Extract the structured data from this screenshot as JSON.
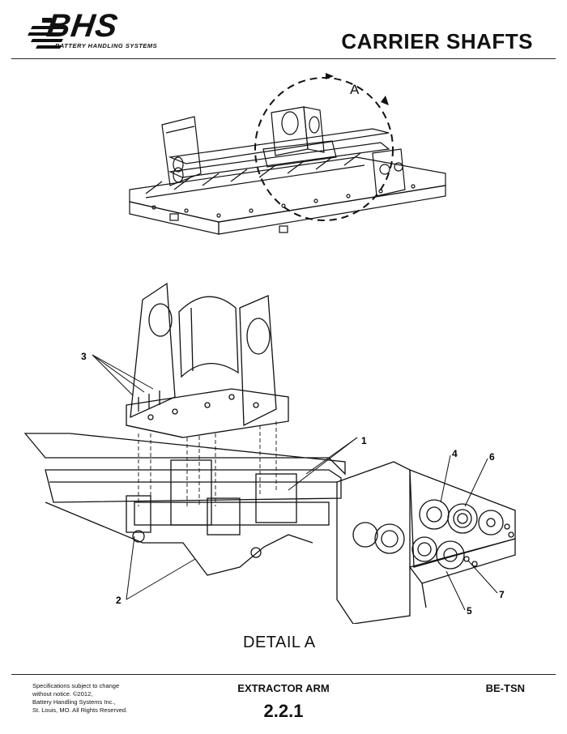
{
  "header": {
    "brand": "BHS",
    "brand_tagline": "BATTERY HANDLING SYSTEMS",
    "title": "CARRIER SHAFTS"
  },
  "overview": {
    "detail_ref": "A"
  },
  "callouts": [
    "1",
    "2",
    "3",
    "4",
    "5",
    "6",
    "7"
  ],
  "detail": {
    "caption": "DETAIL  A"
  },
  "footer": {
    "note_lines": [
      "Specifications subject to change",
      "without notice. ©2012,",
      "Battery Handling Systems Inc.,",
      "St. Louis, MO. All Rights Reserved."
    ],
    "section_label": "EXTRACTOR ARM",
    "section_number": "2.2.1",
    "doc_code": "BE-TSN"
  }
}
